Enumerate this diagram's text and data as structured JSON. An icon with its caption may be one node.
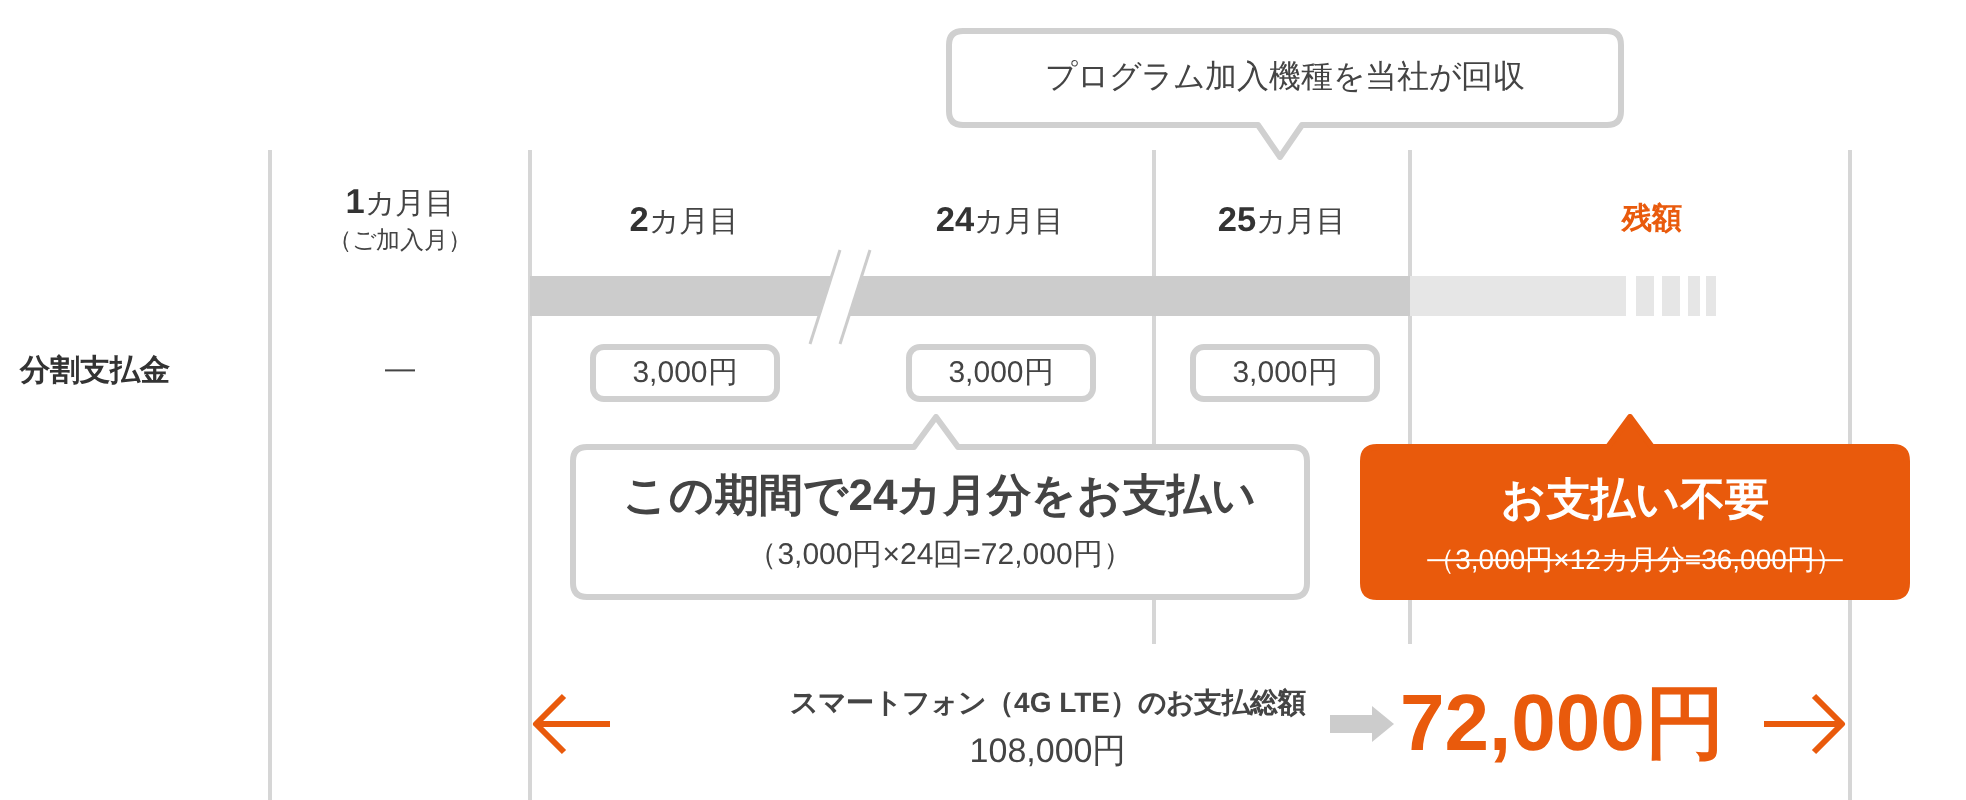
{
  "diagram": {
    "nodes": [
      {
        "text": [
          "プログラム加入機種を当社が回収"
        ]
      },
      {
        "text": [
          "3,000円"
        ]
      },
      {
        "text": [
          "3,000円"
        ]
      },
      {
        "text": [
          "3,000円"
        ]
      },
      {
        "text": [
          "この期間で24カ月分をお支払い",
          "（3,000円×24回=72,000円）"
        ]
      },
      {
        "text": [
          "お支払い不要",
          "（3,000円×12カ月分=36,000円）"
        ]
      },
      {
        "text": [
          "スマートフォン（4G LTE）のお支払総額",
          "108,000円"
        ]
      },
      {
        "text": [
          "72,000円"
        ]
      }
    ],
    "edges": [
      {
        "from": 6,
        "to": 7,
        "arrow": "to"
      }
    ],
    "labels": [
      "**1**カ月目",
      "（ご加入月）",
      "**2**カ月目",
      "**24**カ月目",
      "**25**カ月目",
      "残額",
      "分割支払金",
      "—"
    ]
  }
}
